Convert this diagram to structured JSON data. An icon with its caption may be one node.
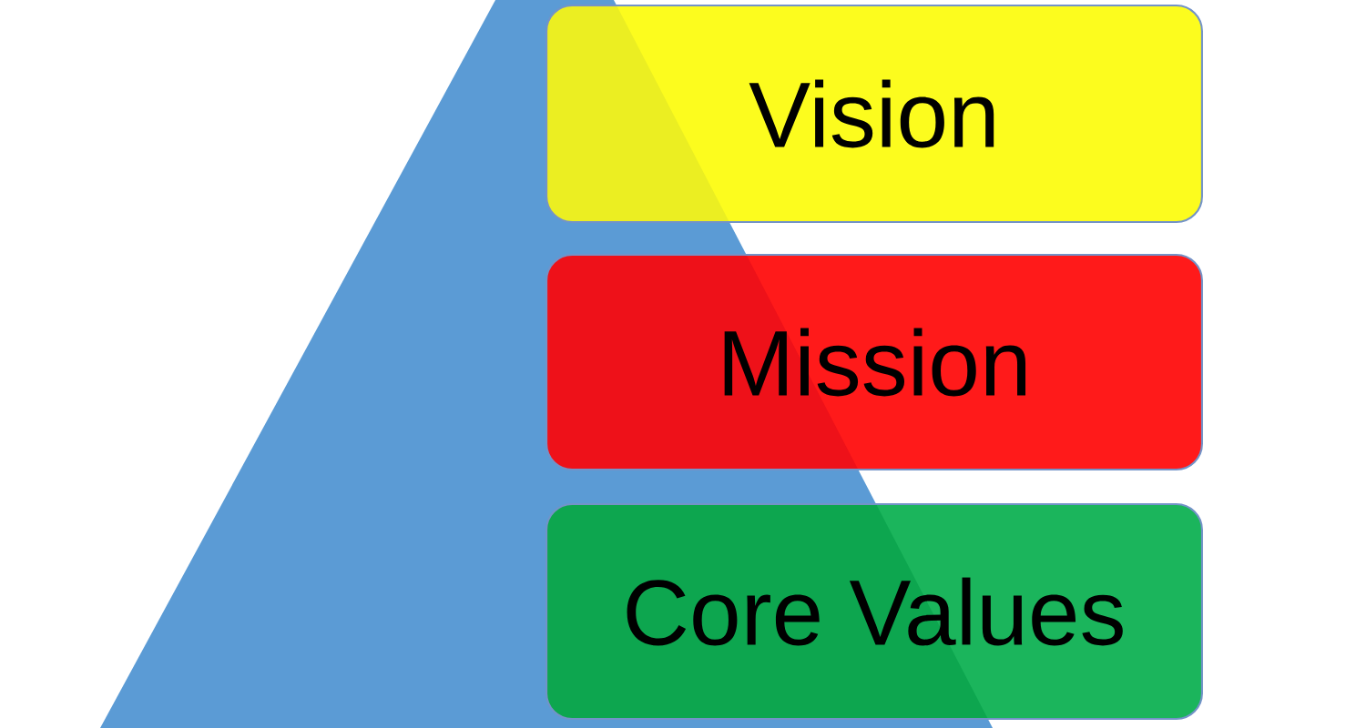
{
  "diagram": {
    "nodes": [
      {
        "text": [
          "Vision"
        ]
      },
      {
        "text": [
          "Mission"
        ]
      },
      {
        "text": [
          "Core Values"
        ]
      }
    ]
  }
}
